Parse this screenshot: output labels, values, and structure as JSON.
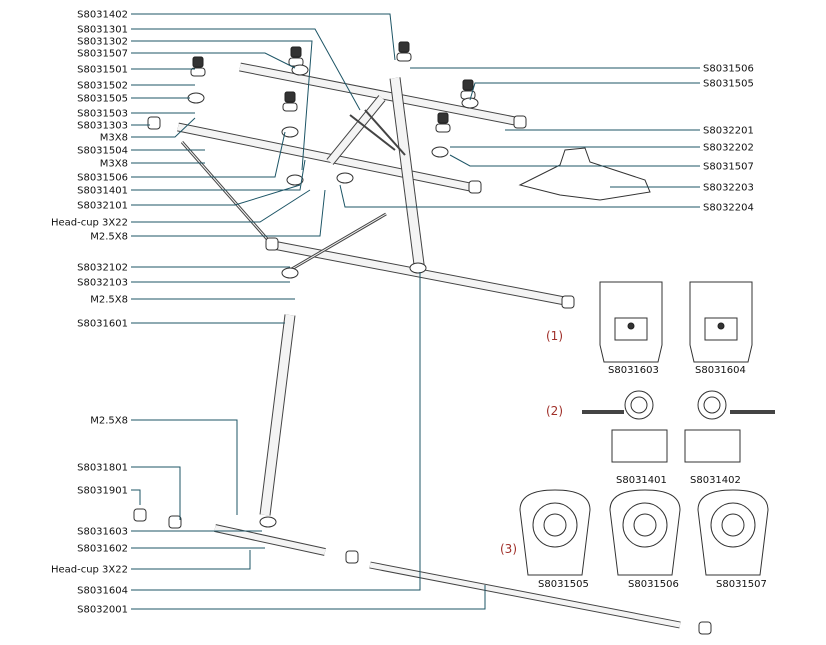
{
  "left_labels": [
    "S8031402",
    "S8031301",
    "S8031302",
    "S8031507",
    "S8031501",
    "S8031502",
    "S8031505",
    "S8031503",
    "S8031303",
    "M3X8",
    "S8031504",
    "M3X8",
    "S8031506",
    "S8031401",
    "S8032101",
    "Head-cup 3X22",
    "M2.5X8",
    "S8032102",
    "S8032103",
    "M2.5X8",
    "S8031601",
    "M2.5X8",
    "S8031801",
    "S8031901",
    "S8031603",
    "S8031602",
    "Head-cup 3X22",
    "S8031604",
    "S8032001"
  ],
  "right_labels": [
    "S8031506",
    "S8031505",
    "S8032201",
    "S8032202",
    "S8031507",
    "S8032203",
    "S8032204"
  ],
  "detail_groups": [
    {
      "marker": "(1)",
      "parts": [
        "S8031603",
        "S8031604"
      ]
    },
    {
      "marker": "(2)",
      "parts": [
        "S8031401",
        "S8031402"
      ]
    },
    {
      "marker": "(3)",
      "parts": [
        "S8031505",
        "S8031506",
        "S8031507"
      ]
    }
  ],
  "colors": {
    "leader": "#1d5566",
    "marker": "#a0302a"
  }
}
